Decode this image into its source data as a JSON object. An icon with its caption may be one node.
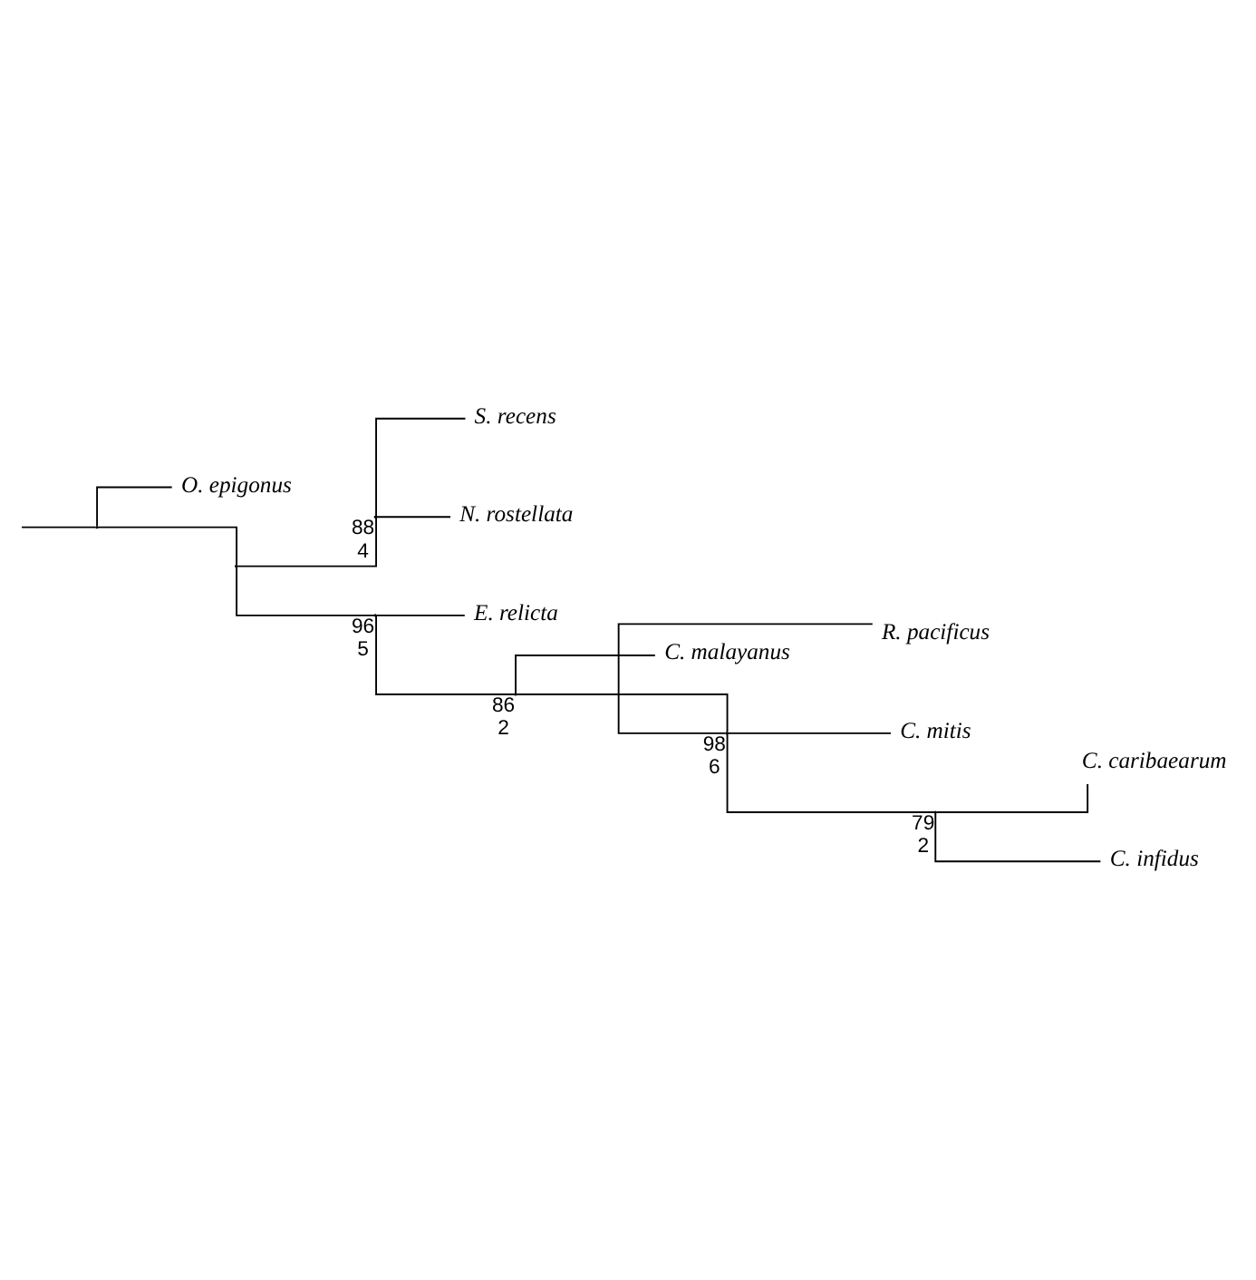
{
  "diagram": {
    "nodes": [
      {
        "text": [],
        "shape": "point"
      },
      {
        "text": [
          "O. epigonus"
        ]
      },
      {
        "text": [],
        "shape": "point"
      },
      {
        "text": [],
        "shape": "point",
        "beside": [
          "88",
          "4"
        ]
      },
      {
        "text": [
          "S. recens"
        ]
      },
      {
        "text": [
          "N. rostellata"
        ]
      },
      {
        "text": [],
        "shape": "point",
        "beside": [
          "96",
          "5"
        ]
      },
      {
        "text": [
          "E. relicta"
        ]
      },
      {
        "text": [],
        "shape": "point",
        "beside": [
          "86",
          "2"
        ]
      },
      {
        "text": [
          "C. malayanus"
        ]
      },
      {
        "text": [],
        "shape": "point",
        "beside": [
          "98",
          "6"
        ]
      },
      {
        "text": [
          "R. pacificus"
        ]
      },
      {
        "text": [
          "C. mitis"
        ]
      },
      {
        "text": [],
        "shape": "point",
        "beside": [
          "79",
          "2"
        ]
      },
      {
        "text": [
          "C. caribaearum"
        ]
      },
      {
        "text": [
          "C. infidus"
        ]
      }
    ],
    "edges": [
      {
        "from": null,
        "to": 0,
        "arrow": "none"
      },
      {
        "from": 0,
        "to": 1,
        "arrow": "none"
      },
      {
        "from": 0,
        "to": 2,
        "arrow": "none"
      },
      {
        "from": 2,
        "to": 3,
        "arrow": "none"
      },
      {
        "from": 3,
        "to": 4,
        "arrow": "none"
      },
      {
        "from": 3,
        "to": 5,
        "arrow": "none"
      },
      {
        "from": 2,
        "to": 6,
        "arrow": "none"
      },
      {
        "from": 6,
        "to": 7,
        "arrow": "none"
      },
      {
        "from": 6,
        "to": 8,
        "arrow": "none"
      },
      {
        "from": 8,
        "to": 9,
        "arrow": "none"
      },
      {
        "from": 8,
        "to": 10,
        "arrow": "none"
      },
      {
        "from": 10,
        "to": 11,
        "arrow": "none"
      },
      {
        "from": 10,
        "to": 12,
        "arrow": "none"
      },
      {
        "from": 10,
        "to": 13,
        "arrow": "none"
      },
      {
        "from": 13,
        "to": 14,
        "arrow": "none"
      },
      {
        "from": 13,
        "to": 15,
        "arrow": "none"
      }
    ]
  }
}
